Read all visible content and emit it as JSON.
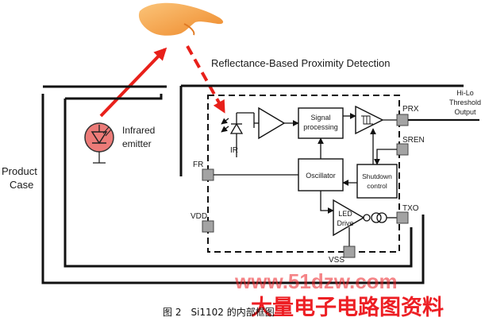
{
  "title": "Reflectance-Based Proximity Detection",
  "labels": {
    "product_case": [
      "Product",
      "Case"
    ],
    "infrared_emitter": [
      "Infrared",
      "emitter"
    ],
    "ir": "IR",
    "signal_processing": [
      "Signal",
      "processing"
    ],
    "oscillator": "Oscillator",
    "shutdown_control": [
      "Shutdown",
      "control"
    ],
    "led_drive": [
      "LED",
      "Drive"
    ],
    "output": [
      "Hi-Lo",
      "Threshold",
      "Output"
    ]
  },
  "pins": {
    "prx": "PRX",
    "sren": "SREN",
    "fr": "FR",
    "vdd": "VDD",
    "txo": "TXO",
    "vss": "VSS"
  },
  "watermark": {
    "url": "www.51dzw.com",
    "site": "大量电子电路图资料"
  },
  "caption": "图 2　Si1102 的内部框图",
  "colors": {
    "arrow_red": "#e8201a",
    "emitter_fill": "#ec7b78",
    "hand": "#f29a3f",
    "pin_fill": "#a3a3a3",
    "watermark": "#ed1f24"
  },
  "icons": [
    "hand-icon",
    "photodiode-icon",
    "led-emitter-icon",
    "amplifier-icon",
    "comparator-icon",
    "driver-buffer-icon"
  ]
}
